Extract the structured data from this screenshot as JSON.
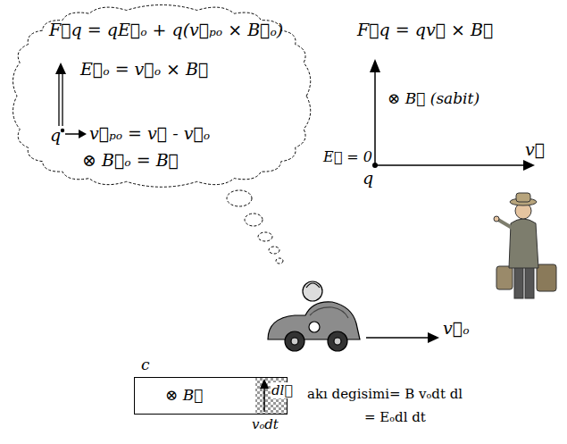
{
  "diagram": {
    "nodes": [
      {
        "text": [
          "F⃗q = qE⃗ₒ + q(v⃗ₚₒ × B⃗ₒ)",
          "E⃗ₒ = v⃗ₒ × B⃗",
          "q",
          "v⃗ₚₒ = v⃗ - v⃗ₒ",
          "⊗ B⃗ₒ = B⃗"
        ]
      },
      {
        "text": [
          "⊗ B⃗"
        ]
      }
    ],
    "labels": [
      "F⃗q = qv⃗ × B⃗",
      "⊗ B⃗ (sabit)",
      "E⃗ = 0",
      "q",
      "v⃗",
      "v⃗ₒ",
      "c",
      "dl⃗",
      "vₒdt",
      "akı degisimi= B vₒdt dl",
      "= Eₒdl dt"
    ]
  }
}
